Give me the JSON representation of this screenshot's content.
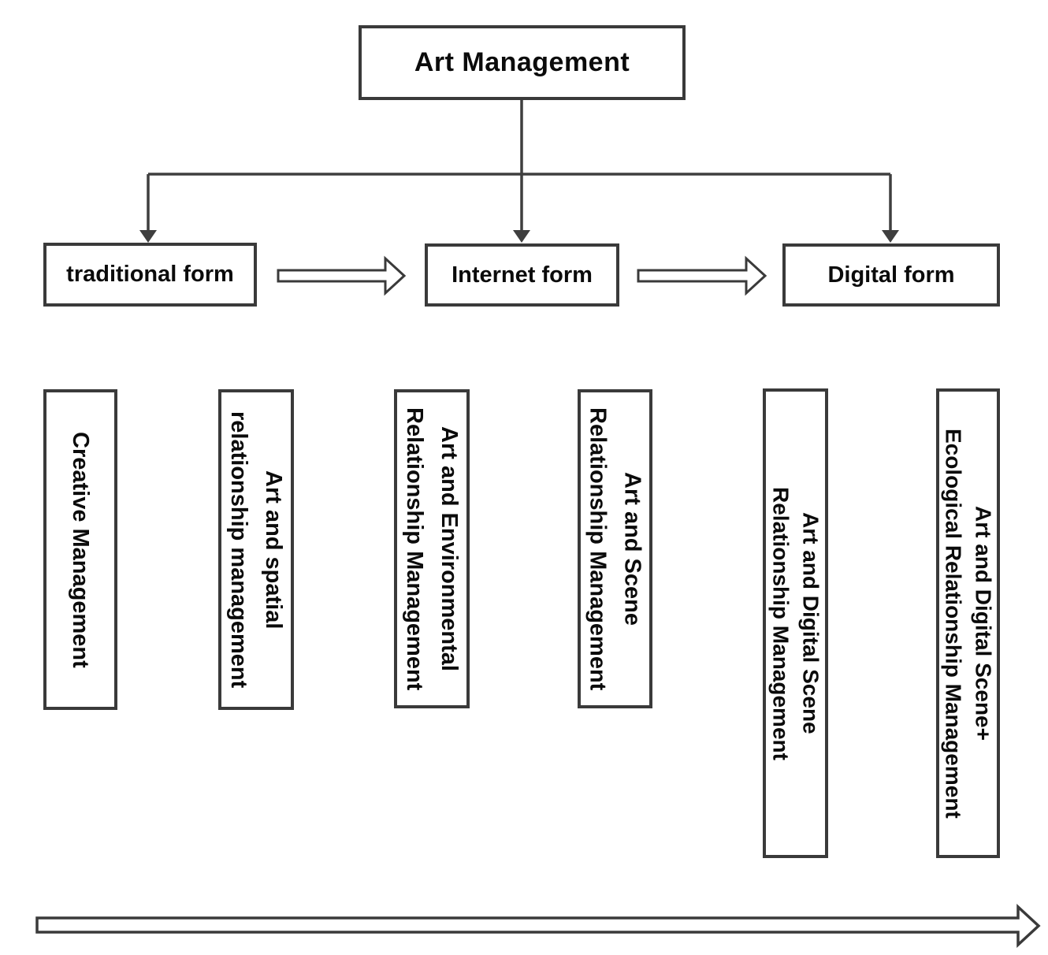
{
  "diagram": {
    "title_box": {
      "label": "Art Management"
    },
    "forms": [
      {
        "id": "traditional",
        "label": "traditional form"
      },
      {
        "id": "internet",
        "label": "Internet form"
      },
      {
        "id": "digital",
        "label": "Digital form"
      }
    ],
    "flow_arrows": [
      {
        "from": "traditional form",
        "to": "Internet form"
      },
      {
        "from": "Internet form",
        "to": "Digital form"
      }
    ],
    "categories": [
      {
        "line1": "Creative Management",
        "line2": ""
      },
      {
        "line1": "Art and spatial",
        "line2": "relationship management"
      },
      {
        "line1": "Art and Environmental",
        "line2": "Relationship Management"
      },
      {
        "line1": "Art and Scene",
        "line2": "Relationship Management"
      },
      {
        "line1": "Art and Digital Scene",
        "line2": "Relationship Management"
      },
      {
        "line1": "Art and Digital Scene+",
        "line2": "Ecological Relationship Management"
      }
    ],
    "timeline_arrow": {
      "direction": "right"
    },
    "colors": {
      "background": "#ffffff",
      "border": "#3a3a3a",
      "line": "#3f3f3f",
      "text": "#0b0b0b"
    }
  }
}
